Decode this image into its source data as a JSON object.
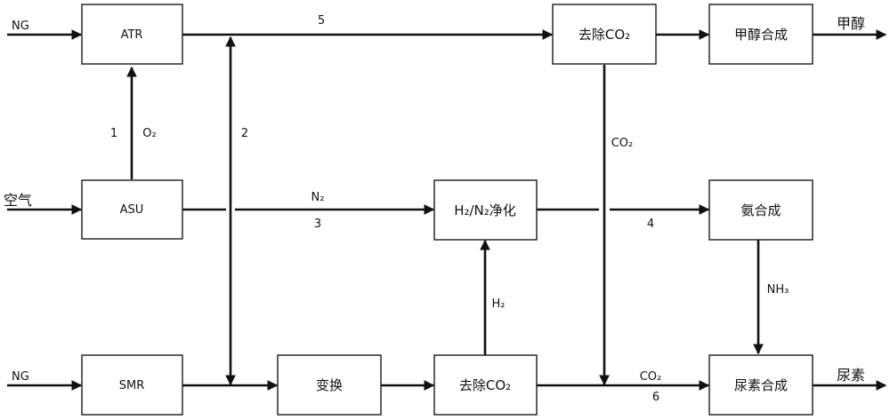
{
  "inputs": {
    "ng_top": "NG",
    "air": "空气",
    "ng_bottom": "NG"
  },
  "outputs": {
    "methanol": "甲醇",
    "urea": "尿素"
  },
  "boxes": {
    "atr": "ATR",
    "asu": "ASU",
    "smr": "SMR",
    "shift": "变换",
    "co2_removal_top": "去除CO₂",
    "co2_removal_bottom": "去除CO₂",
    "purification": "H₂/N₂净化",
    "methanol_synthesis": "甲醇合成",
    "ammonia_synthesis": "氨合成",
    "urea_synthesis": "尿素合成"
  },
  "streams": {
    "s1": "1",
    "s1_species": "O₂",
    "s2": "2",
    "s3": "3",
    "s3_species": "N₂",
    "s4": "4",
    "s5": "5",
    "s6": "6",
    "co2_vertical": "CO₂",
    "co2_bottom": "CO₂",
    "h2_vertical": "H₂",
    "nh3_vertical": "NH₃"
  }
}
